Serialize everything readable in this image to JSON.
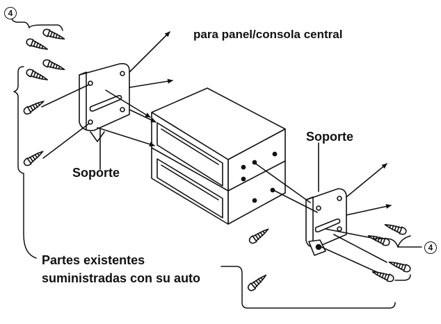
{
  "labels": {
    "panel": "para panel/consola central",
    "soporte_left": "Soporte",
    "soporte_right": "Soporte",
    "partes_line1": "Partes existentes",
    "partes_line2": "suministradas con su auto"
  },
  "callouts": {
    "top_left": "4",
    "right": "4"
  },
  "colors": {
    "line": "#111111",
    "background": "#ffffff"
  }
}
